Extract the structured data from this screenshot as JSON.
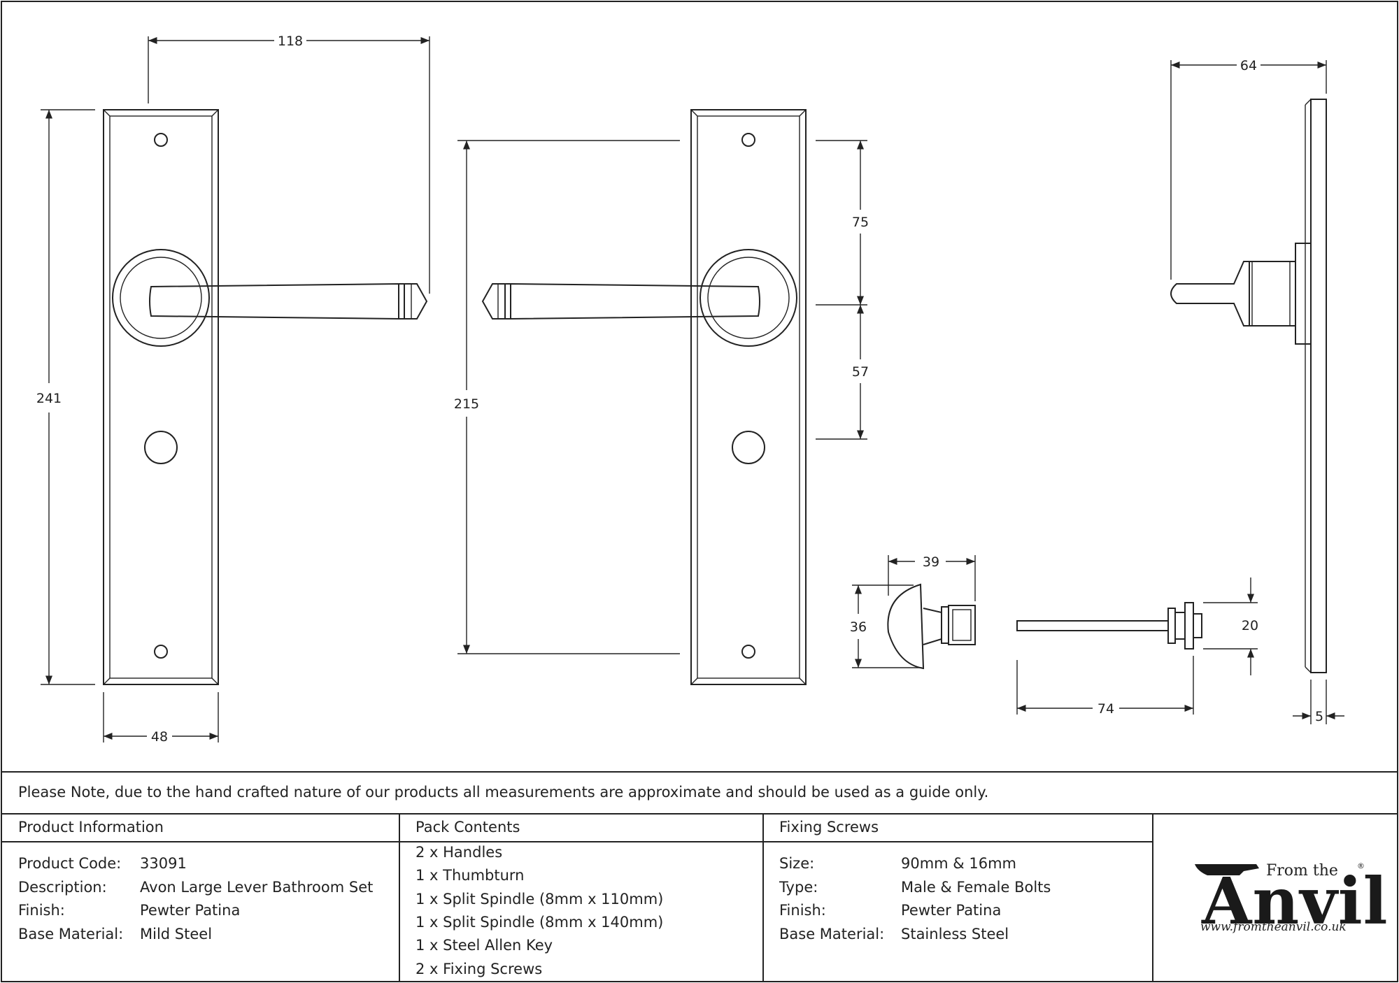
{
  "dimensions": {
    "plate_width": "48",
    "plate_height": "241",
    "lever_projection": "118",
    "fixing_centres": "215",
    "top_to_lever": "75",
    "lever_to_turn": "57",
    "side_projection": "64",
    "plate_thickness": "5",
    "thumbturn_width": "39",
    "thumbturn_height": "36",
    "spindle_length": "74",
    "spindle_rose": "20"
  },
  "note": "Please Note, due to the hand crafted nature of our products all measurements are approximate and should be used as a guide only.",
  "product_info": {
    "heading": "Product Information",
    "rows": [
      {
        "label": "Product Code:",
        "value": "33091"
      },
      {
        "label": "Description:",
        "value": "Avon Large Lever Bathroom Set"
      },
      {
        "label": "Finish:",
        "value": "Pewter Patina"
      },
      {
        "label": "Base Material:",
        "value": "Mild Steel"
      }
    ]
  },
  "pack_contents": {
    "heading": "Pack Contents",
    "items": [
      "2 x Handles",
      "1 x Thumbturn",
      "1 x Split Spindle (8mm x 110mm)",
      "1 x Split Spindle (8mm x 140mm)",
      "1 x Steel Allen Key",
      "2 x Fixing Screws"
    ]
  },
  "fixing_screws": {
    "heading": "Fixing Screws",
    "rows": [
      {
        "label": "Size:",
        "value": "90mm & 16mm"
      },
      {
        "label": "Type:",
        "value": "Male & Female Bolts"
      },
      {
        "label": "Finish:",
        "value": "Pewter Patina"
      },
      {
        "label": "Base Material:",
        "value": "Stainless Steel"
      }
    ]
  },
  "logo": {
    "from_the": "From the",
    "brand": "Anvil",
    "registered": "®",
    "url": "www.fromtheanvil.co.uk"
  }
}
